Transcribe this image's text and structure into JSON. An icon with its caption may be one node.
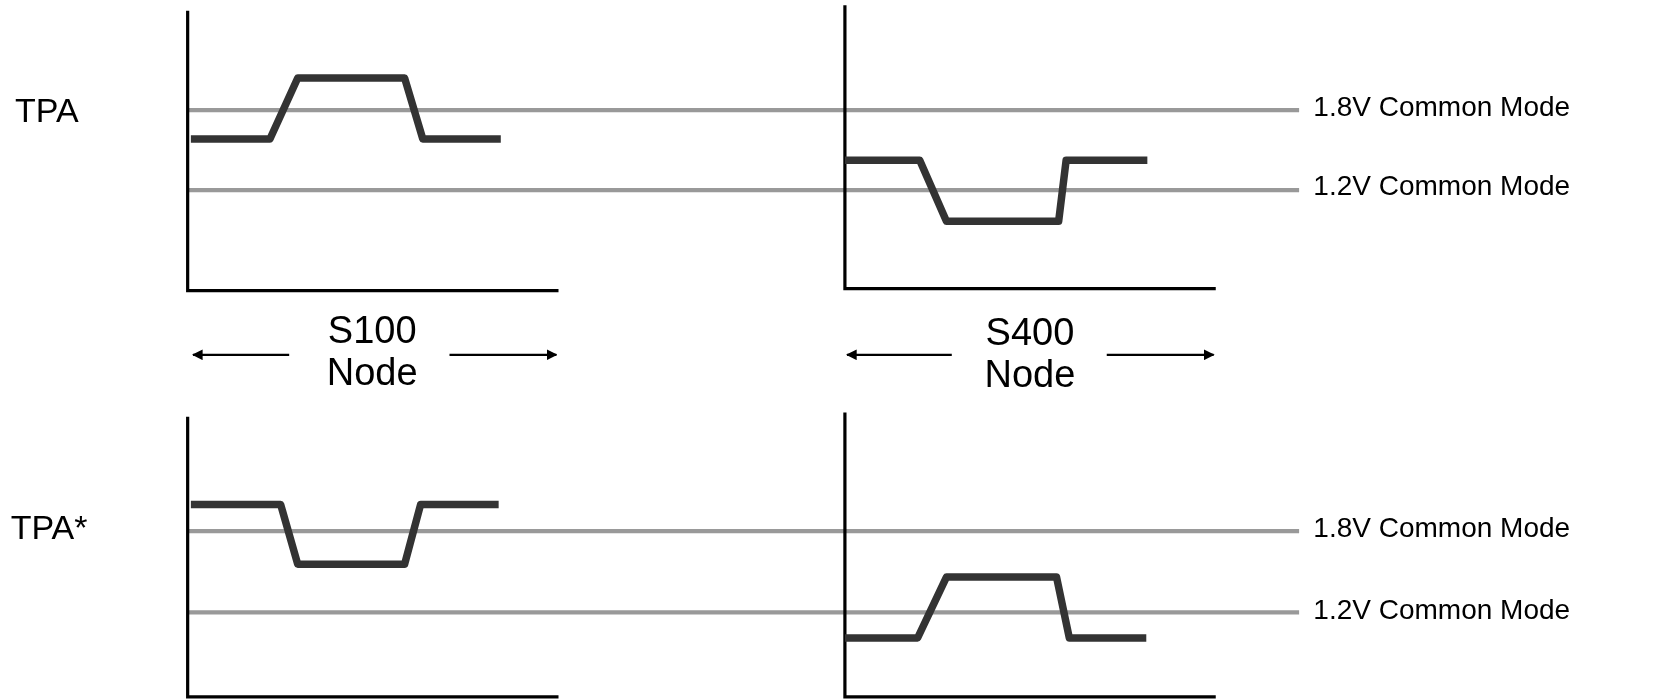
{
  "diagram": {
    "labels": [
      "TPA",
      "1.8V Common Mode",
      "1.2V Common Mode",
      "S100 Node",
      "S400 Node",
      "TPA*",
      "1.8V Common Mode",
      "1.2V Common Mode"
    ]
  }
}
